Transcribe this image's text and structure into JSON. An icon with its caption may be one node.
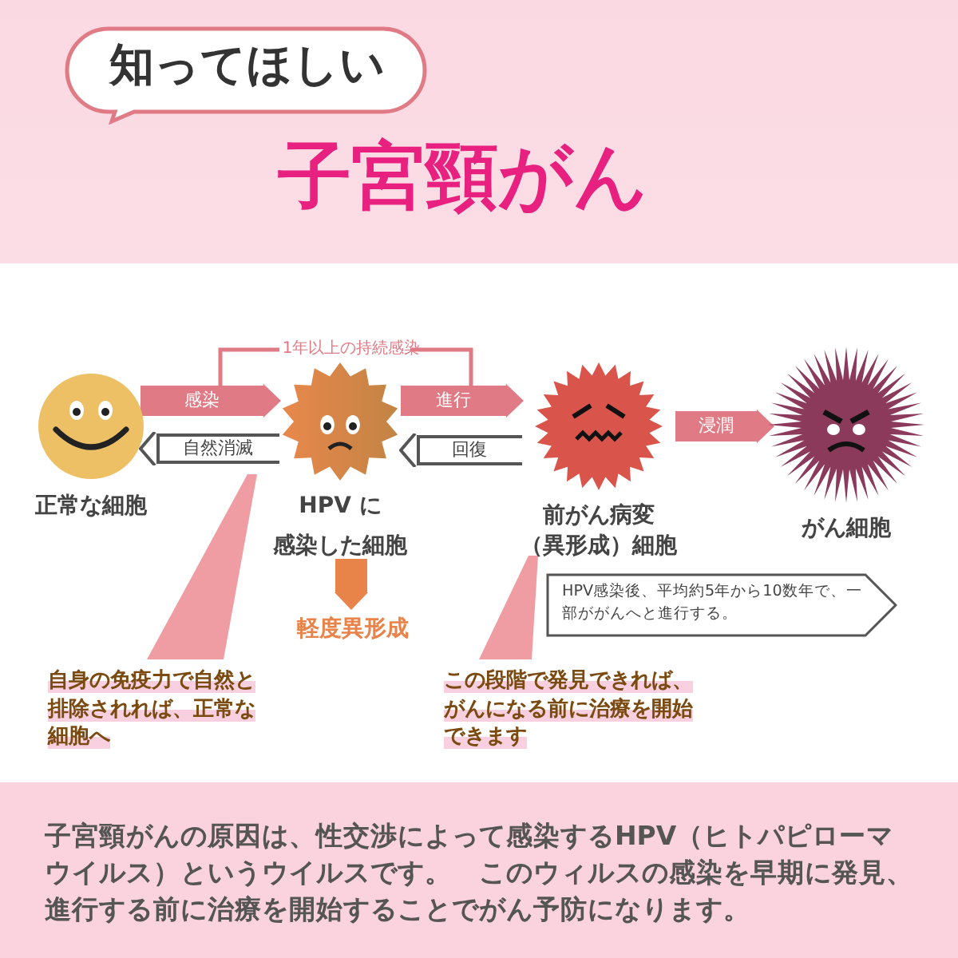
{
  "diagram": {
    "title": "子宮頸がん",
    "nodes": [
      {
        "text": [
          "正常な細胞"
        ]
      },
      {
        "text": [
          "HPV に",
          "感染した細胞"
        ]
      },
      {
        "text": [
          "前がん病変（異形成）細胞"
        ]
      },
      {
        "text": [
          "がん細胞"
        ]
      },
      {
        "text": [
          "軽度異形成"
        ]
      },
      {
        "text": [
          "HPV感染後、平均約5年から10数年で、一部ががんへと進行する。"
        ]
      },
      {
        "text": [
          "自身の免疫力で自然と排除されれば、正常な細胞へ"
        ]
      },
      {
        "text": [
          "この段階で発見できれば、がんになる前に治療を開始できます"
        ]
      }
    ],
    "edges": [
      {
        "from": 0,
        "to": 1,
        "arrow": "to",
        "label": "感染"
      },
      {
        "from": 1,
        "to": 0,
        "arrow": "to",
        "label": "自然消滅",
        "color": "#555555"
      },
      {
        "from": 1,
        "to": 2,
        "arrow": "to",
        "label": "進行"
      },
      {
        "from": 2,
        "to": 1,
        "arrow": "to",
        "label": "回復",
        "color": "#555555"
      },
      {
        "from": 2,
        "to": 3,
        "arrow": "to",
        "label": "浸潤"
      },
      {
        "from": 1,
        "to": 4,
        "arrow": "to",
        "color": "#e8834a"
      },
      {
        "from": 6,
        "to": null,
        "arrow": "to"
      },
      {
        "from": 7,
        "to": null,
        "arrow": "to"
      }
    ],
    "labels": [
      "知ってほしい",
      "1年以上の持続感染",
      "子宮頸がんの原因は、性交渉によって感染するHPV（ヒトパピローマウイルス）というウイルスです。　このウィルスの感染を早期に発見、進行する前に治療を開始することでがん予防になります。"
    ]
  }
}
